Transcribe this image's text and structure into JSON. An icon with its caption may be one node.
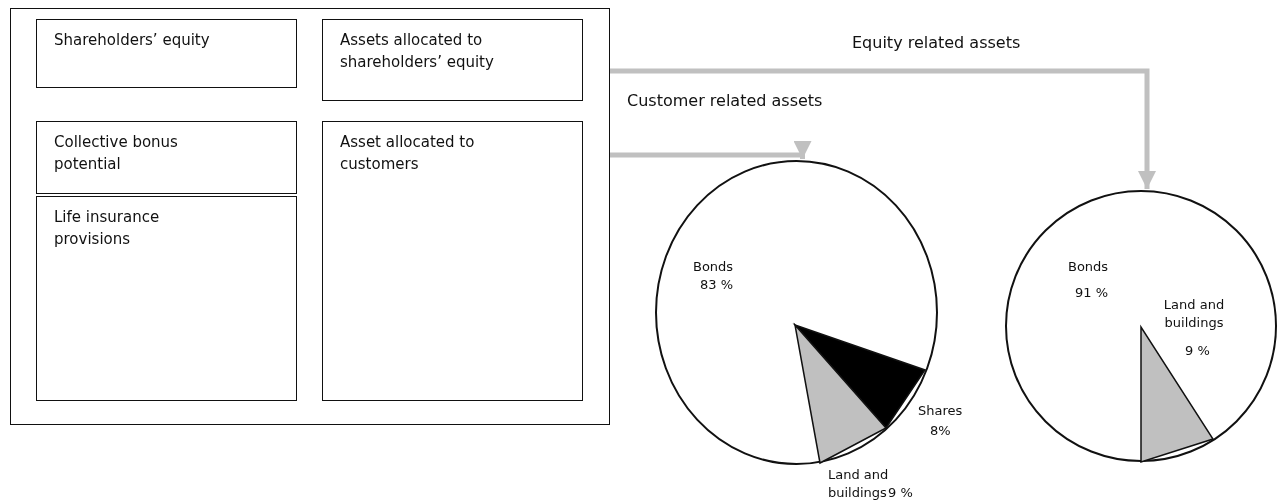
{
  "diagram": {
    "nodes": [
      {
        "text": [],
        "shape": "box"
      },
      {
        "text": [
          "Shareholders’ equity"
        ],
        "in": 0
      },
      {
        "text": [
          "Assets allocated to shareholders’ equity"
        ],
        "in": 0
      },
      {
        "text": [
          "Collective bonus potential"
        ],
        "in": 0
      },
      {
        "text": [
          "Asset allocated to customers"
        ],
        "in": 0
      },
      {
        "text": [
          "Life insurance provisions"
        ],
        "in": 0
      },
      {
        "text": [
          "Bonds",
          "83 %"
        ],
        "beside": [
          "Shares",
          "8%",
          "Land and buildings",
          "9 %"
        ]
      },
      {
        "text": [
          "Bonds",
          "91 %",
          "Land and buildings",
          "9 %"
        ]
      }
    ],
    "edges": [
      {
        "from": 2,
        "to": 7,
        "arrow": "to",
        "label": "Equity related assets"
      },
      {
        "from": 4,
        "to": 6,
        "arrow": "to",
        "label": "Customer related assets"
      }
    ]
  }
}
